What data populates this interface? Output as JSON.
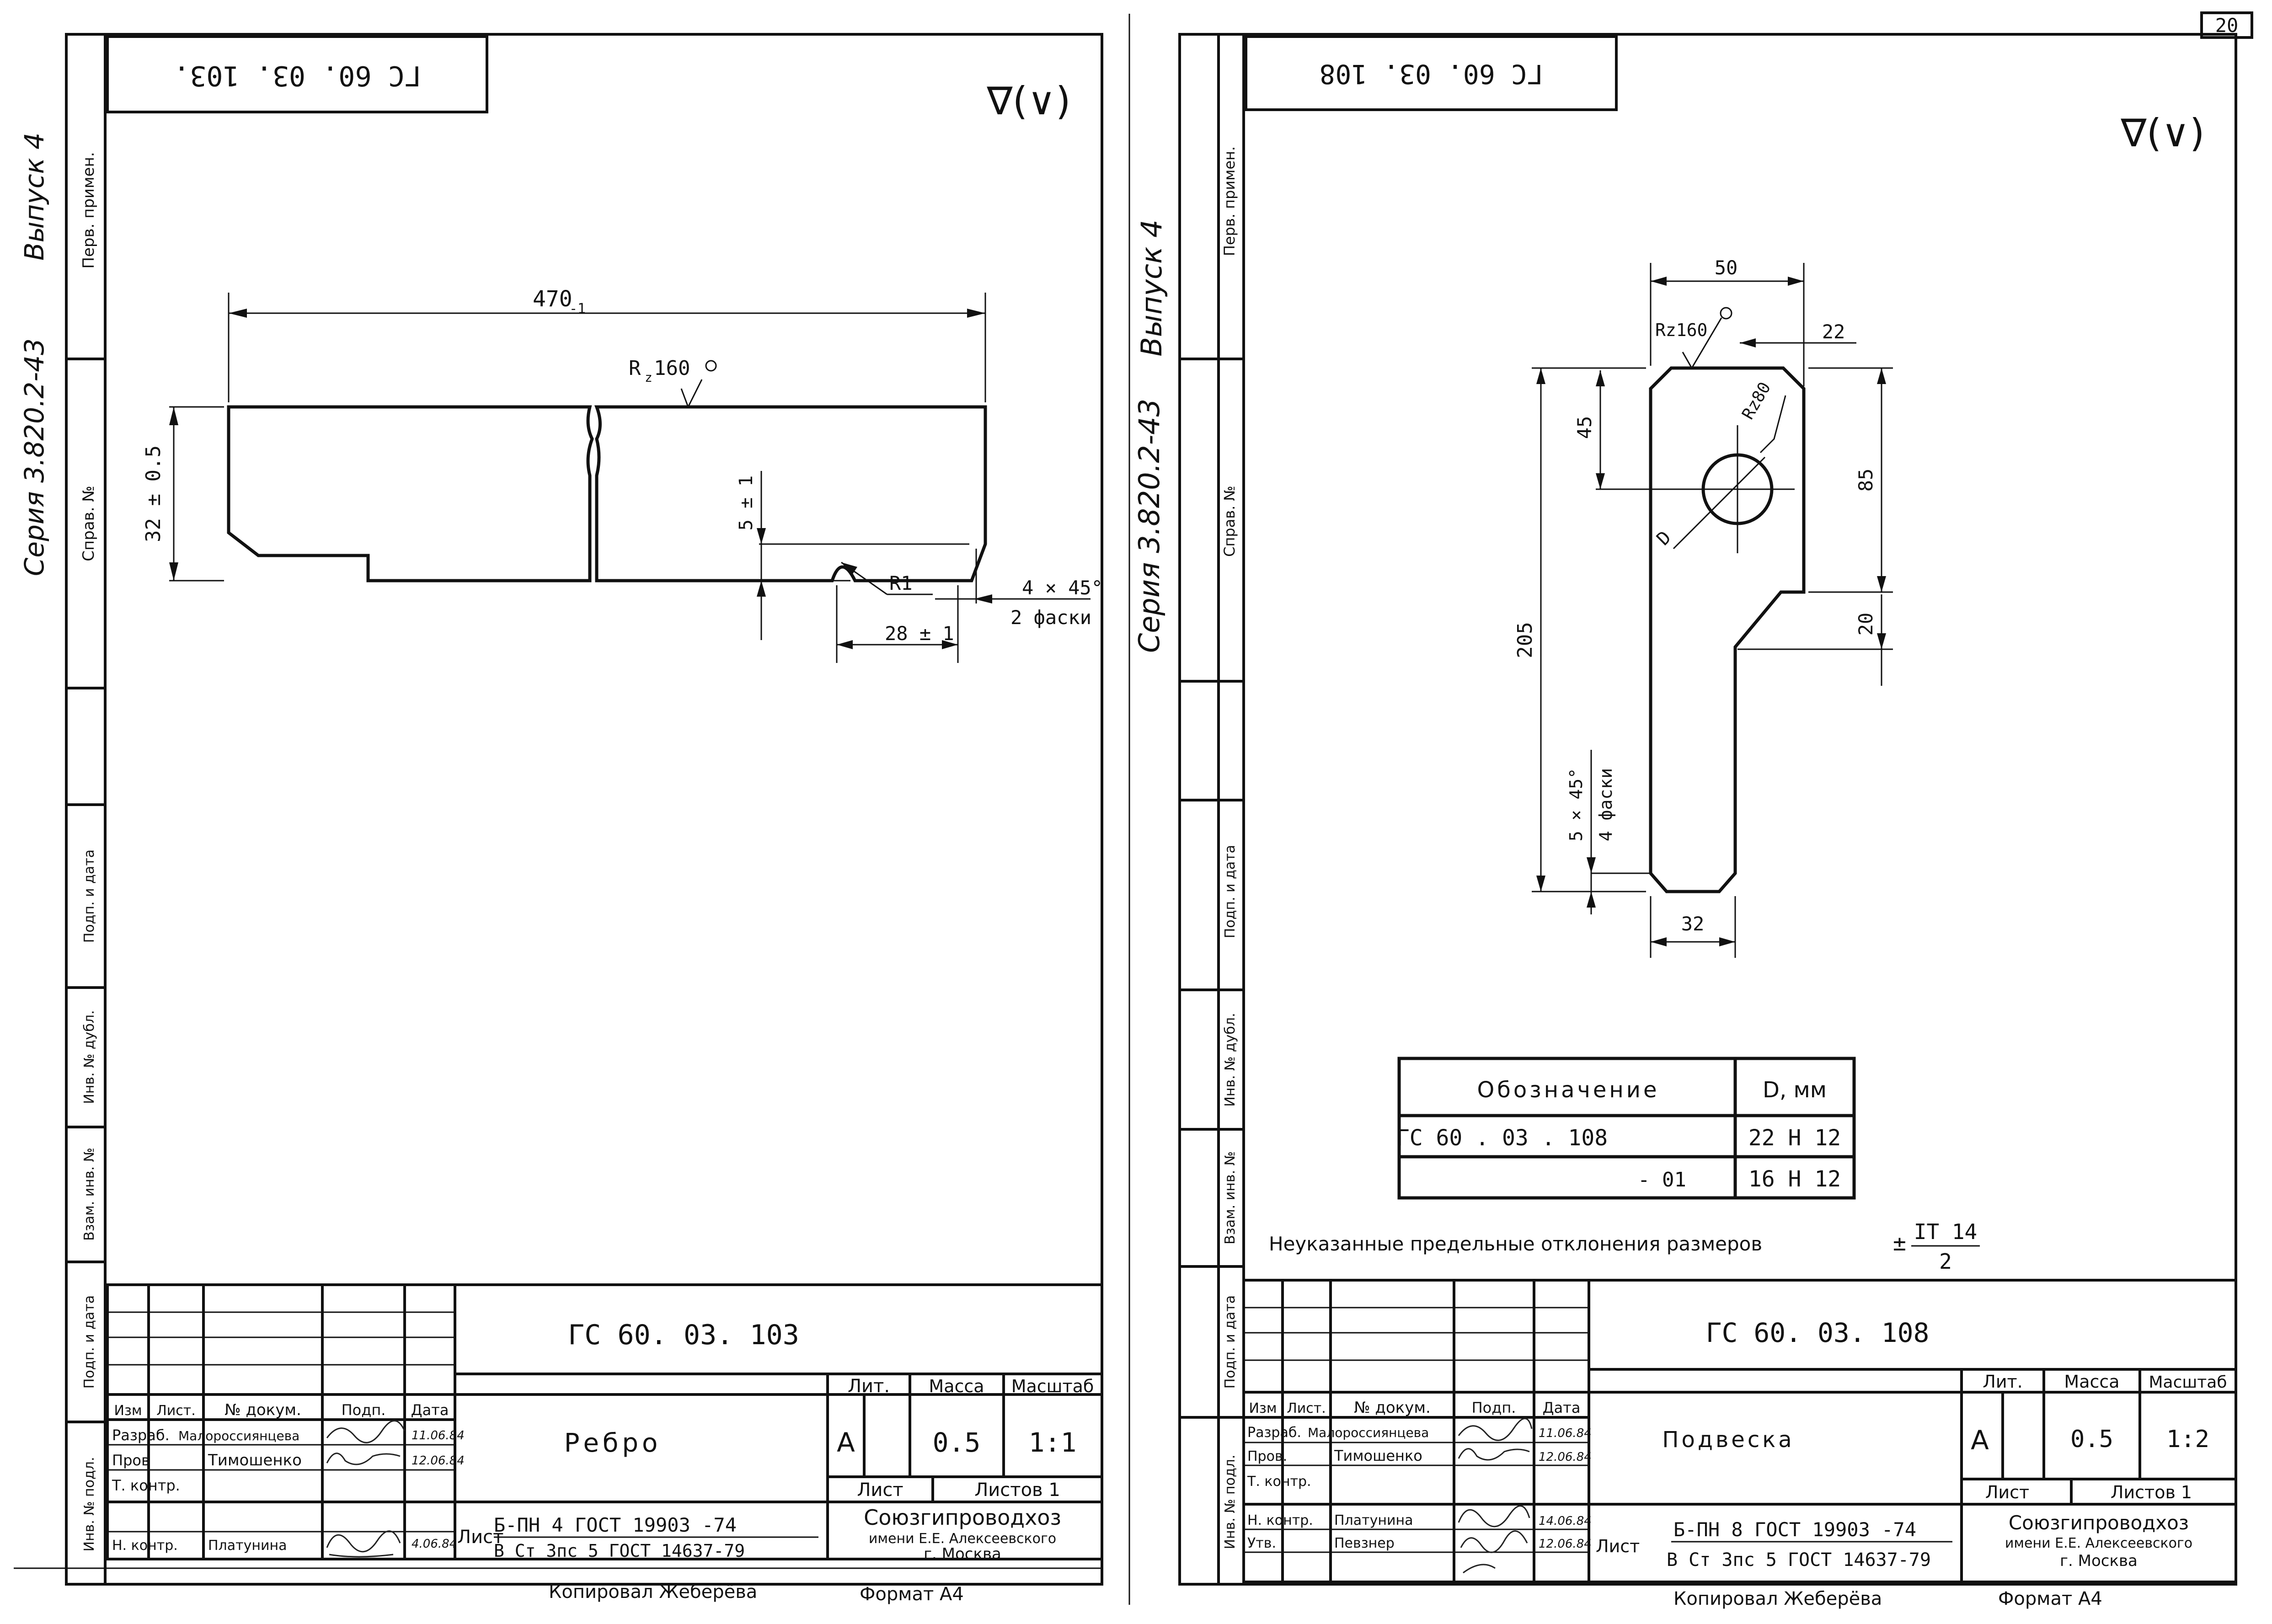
{
  "page": {
    "sheet_number": "20"
  },
  "left_sheet": {
    "code_rotated": "ГС 60. 03. 103.",
    "roughness_general": "∇(∨)",
    "side_series": "Серия 3.820.2-43",
    "side_issue": "Выпуск 4",
    "margin_labels": [
      "Перв. примен.",
      "Справ. №",
      "Подп. и дата",
      "Инв. № дубл.",
      "Взам. инв. №",
      "Подп. и дата",
      "Инв. № подл."
    ],
    "dims": {
      "length": "470",
      "length_tol": "-1",
      "height": "32 ± 0.5",
      "rz_r": "R",
      "rz_z": "z",
      "rz_val": "160",
      "step": "5 ± 1",
      "radius": "R1",
      "chamfer": "4 × 45°",
      "chamfer_note": "2 фаски",
      "notch": "28 ± 1"
    },
    "title_block": {
      "designation": "ГС 60. 03. 103",
      "name": "Ребро",
      "lit_header": "Лит.",
      "mass_header": "Масса",
      "scale_header": "Масштаб",
      "lit": "А",
      "mass": "0.5",
      "scale": "1:1",
      "sheet_label": "Лист",
      "sheets_label": "Листов 1",
      "col_izm": "Изм",
      "col_list": "Лист.",
      "col_doc": "№ докум.",
      "col_sign": "Подп.",
      "col_date": "Дата",
      "razrab_role": "Разраб.",
      "razrab_name": "Малороссиянцева",
      "razrab_date": "11.06.84",
      "prov_role": "Пров",
      "prov_name": "Тимошенко",
      "prov_date": "12.06.84",
      "tkontr_role": "Т. контр.",
      "nkontr_role": "Н. контр.",
      "nkontr_name": "Платунина",
      "nkontr_date": "4.06.84",
      "material_prefix": "Лист",
      "material_line1": "Б-ПН 4 ГОСТ 19903 -74",
      "material_line2": "В Ст 3пс 5 ГОСТ 14637-79",
      "org_name": "Союзгипроводхоз",
      "org_sub": "имени Е.Е. Алексеевского",
      "org_city": "г. Москва",
      "copied": "Копировал   Жеберёва",
      "format": "Формат  А4"
    }
  },
  "right_sheet": {
    "code_rotated": "ГС 60. 03. 108",
    "roughness_general": "∇(∨)",
    "side_series": "Серия 3.820.2-43",
    "side_issue": "Выпуск 4",
    "margin_labels": [
      "Перв. примен.",
      "Справ. №",
      "Подп. и дата",
      "Инв. № дубл.",
      "Взам. инв. №",
      "Подп. и дата",
      "Инв. № подл."
    ],
    "dims": {
      "top_width": "50",
      "rz": "Rz160",
      "right_offset": "22",
      "hole_center": "45",
      "rz_hole": "Rz80",
      "hole_d": "D",
      "upper_height": "85",
      "total_height": "205",
      "taper": "20",
      "chamfer": "5 × 45°",
      "chamfer_note": "4 фаски",
      "bottom_width": "32"
    },
    "designation_table": {
      "header_name": "Обозначение",
      "header_d": "D, мм",
      "rows": [
        {
          "name": "ГС 60 . 03 . 108",
          "d": "22 Н 12"
        },
        {
          "name": "- 01",
          "d": "16 Н 12"
        }
      ]
    },
    "note": "Неуказанные предельные отклонения размеров",
    "note_pm": "±",
    "note_num": "IT 14",
    "note_den": "2",
    "title_block": {
      "designation": "ГС 60. 03. 108",
      "name": "Подвеска",
      "lit_header": "Лит.",
      "mass_header": "Масса",
      "scale_header": "Масштаб",
      "lit": "А",
      "mass": "0.5",
      "scale": "1:2",
      "sheet_label": "Лист",
      "sheets_label": "Листов 1",
      "col_izm": "Изм",
      "col_list": "Лист.",
      "col_doc": "№ докум.",
      "col_sign": "Подп.",
      "col_date": "Дата",
      "razrab_role": "Разраб.",
      "razrab_name": "Малороссиянцева",
      "razrab_date": "11.06.84",
      "prov_role": "Пров.",
      "prov_name": "Тимошенко",
      "prov_date": "12.06.84",
      "tkontr_role": "Т. контр.",
      "nkontr_role": "Н. контр.",
      "nkontr_name": "Платунина",
      "nkontr_date": "14.06.84",
      "utv_role": "Утв.",
      "utv_name": "Певзнер",
      "utv_date": "12.06.84",
      "material_prefix": "Лист",
      "material_line1": "Б-ПН 8 ГОСТ 19903 -74",
      "material_line2": "В Ст 3пс 5 ГОСТ 14637-79",
      "org_name": "Союзгипроводхоз",
      "org_sub": "имени Е.Е. Алексеевского",
      "org_city": "г. Москва",
      "copied": "Копировал   Жеберёва",
      "format": "Формат  А4"
    }
  }
}
